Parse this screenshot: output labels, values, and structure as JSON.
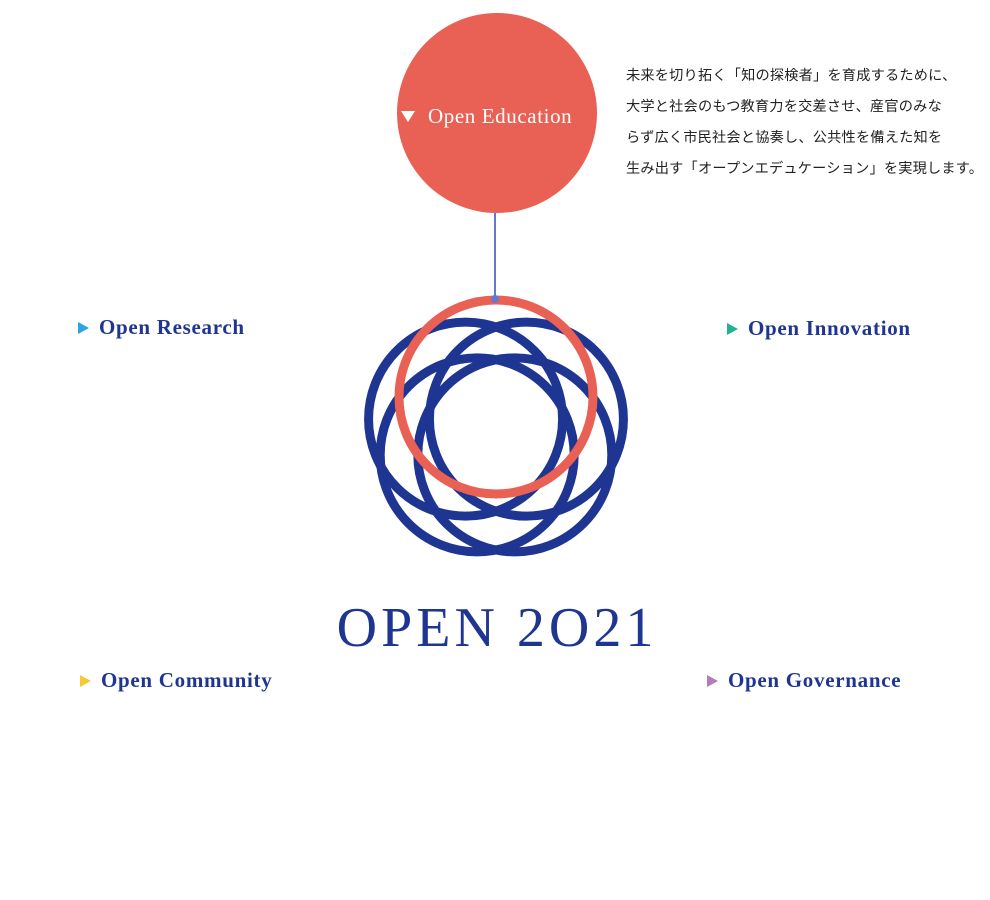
{
  "featured": {
    "label": "Open Education",
    "icon": "triangle-down-icon",
    "color": "#e96054",
    "description_lines": [
      "未来を切り拓く「知の探検者」を育成するために、",
      "大学と社会のもつ教育力を交差させ、産官のみな",
      "らず広く市民社会と協奏し、公共性を備えた知を",
      "生み出す「オープンエデュケーション」を実現します。"
    ]
  },
  "items": [
    {
      "label": "Open Research",
      "icon": "triangle-right-icon",
      "color": "#2fa3de"
    },
    {
      "label": "Open Innovation",
      "icon": "triangle-right-icon",
      "color": "#22b38e"
    },
    {
      "label": "Open Community",
      "icon": "triangle-right-icon",
      "color": "#f6c832"
    },
    {
      "label": "Open Governance",
      "icon": "triangle-right-icon",
      "color": "#b47ab9"
    }
  ],
  "title": "OPEN 2O21",
  "colors": {
    "brand_blue": "#1e3591",
    "accent_red": "#e96054",
    "connector": "#6577cf"
  },
  "logo": {
    "rings": [
      {
        "name": "education",
        "highlighted": true
      },
      {
        "name": "innovation",
        "highlighted": false
      },
      {
        "name": "governance",
        "highlighted": false
      },
      {
        "name": "community",
        "highlighted": false
      },
      {
        "name": "research",
        "highlighted": false
      }
    ]
  }
}
